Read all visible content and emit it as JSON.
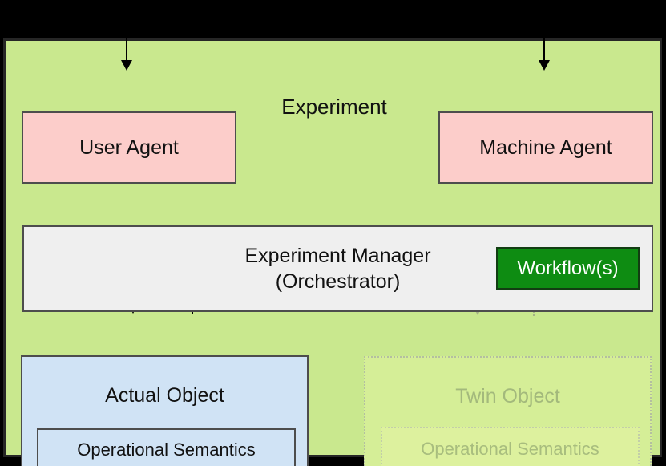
{
  "title": "Experiment",
  "nodes": {
    "user_agent": {
      "label": "User Agent"
    },
    "machine_agent": {
      "label": "Machine Agent"
    },
    "experiment_manager": {
      "line1": "Experiment Manager",
      "line2": "(Orchestrator)"
    },
    "workflow": {
      "label": "Workflow(s)"
    },
    "actual_object": {
      "label": "Actual Object",
      "inner_label": "Operational Semantics"
    },
    "twin_object": {
      "label": "Twin Object",
      "inner_label": "Operational Semantics"
    }
  },
  "colors": {
    "background_green": "#c9e88e",
    "agent_pink": "#fccdca",
    "manager_gray": "#efefef",
    "workflow_green": "#0e8c12",
    "workflow_border": "#123d12",
    "object_blue": "#d0e3f5",
    "twin_fill": "#d5ee97",
    "twin_inner_fill": "#ddf19e",
    "twin_text": "#a3b97c",
    "twin_dot_border": "#b3bfa0",
    "dotted_arrow": "#a4b185",
    "border_dark": "#4d4d4d",
    "frame_black": "#000000"
  }
}
